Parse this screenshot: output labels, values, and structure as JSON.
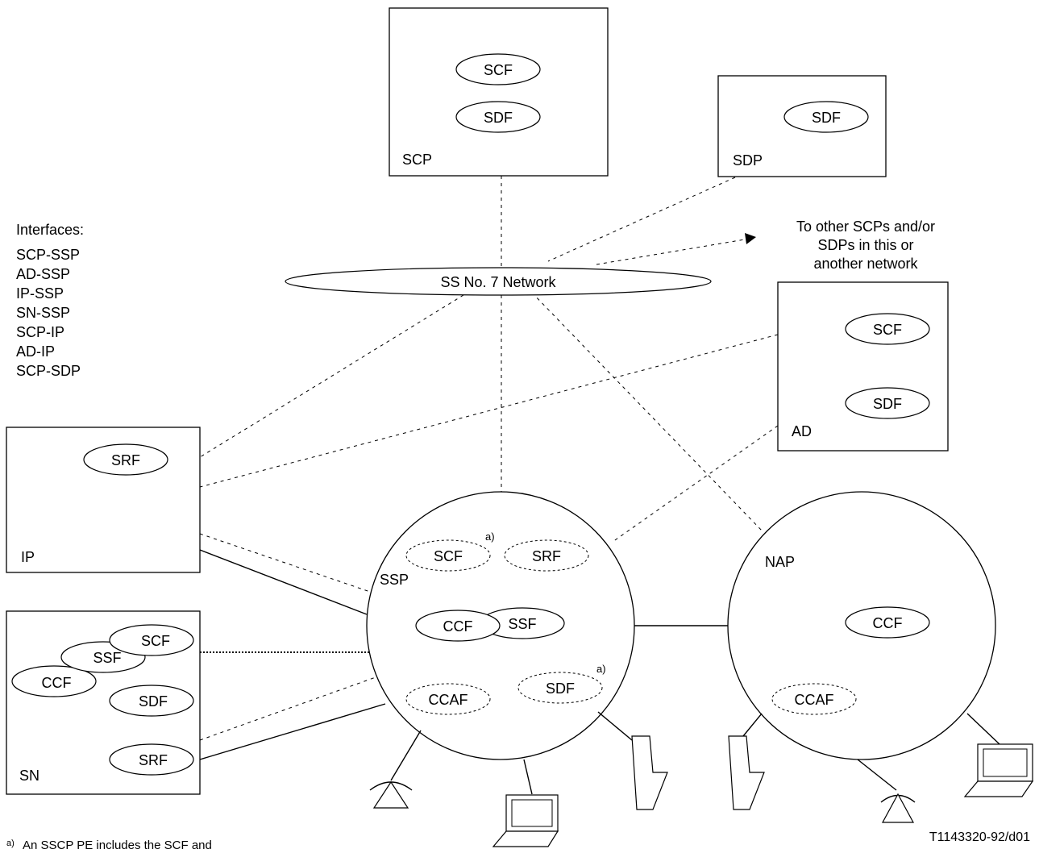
{
  "nodes": {
    "scp": {
      "label": "SCP",
      "functions": [
        "SCF",
        "SDF"
      ]
    },
    "sdp": {
      "label": "SDP",
      "functions": [
        "SDF"
      ]
    },
    "ad": {
      "label": "AD",
      "functions": [
        "SCF",
        "SDF"
      ]
    },
    "ip": {
      "label": "IP",
      "functions": [
        "SRF"
      ]
    },
    "sn": {
      "label": "SN",
      "functions": [
        "SCF",
        "SSF",
        "CCF",
        "SDF",
        "SRF"
      ]
    },
    "ssp": {
      "label": "SSP",
      "functions": [
        "SCF",
        "SRF",
        "CCF",
        "SSF",
        "CCAF",
        "SDF"
      ]
    },
    "nap": {
      "label": "NAP",
      "functions": [
        "CCF",
        "CCAF"
      ]
    }
  },
  "network": {
    "label": "SS No. 7 Network"
  },
  "other_networks": {
    "lines": [
      "To other SCPs and/or",
      "SDPs in this or",
      "another network"
    ]
  },
  "interfaces": {
    "title": "Interfaces:",
    "items": [
      "SCP-SSP",
      "AD-SSP",
      "IP-SSP",
      "SN-SSP",
      "SCP-IP",
      "AD-IP",
      "SCP-SDP"
    ]
  },
  "footnote_marker": "a)",
  "footnote": {
    "marker": "a)",
    "text": "An SSCP PE includes the SCF and"
  },
  "figure_id": "T1143320-92/d01"
}
